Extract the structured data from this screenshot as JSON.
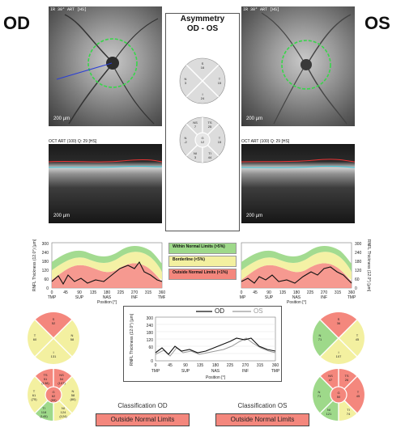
{
  "left_eye": {
    "label": "OD",
    "fundus_header": "IR 30° ART [HS]",
    "fundus_scale": "200 µm",
    "oct_header": "OCT ART (100) Q: 29 [HS]",
    "oct_scale": "200 µm"
  },
  "right_eye": {
    "label": "OS",
    "fundus_header": "IR 30° ART [HS]",
    "fundus_scale": "200 µm",
    "oct_header": "OCT ART (100) Q: 29 [HS]",
    "oct_scale": "200 µm"
  },
  "asymmetry": {
    "title_line1": "Asymmetry",
    "title_line2": "OD - OS",
    "global_chart": {
      "S": "S",
      "S_val": "16",
      "N": "N",
      "N_val": "3",
      "T": "T",
      "T_val": "15",
      "I": "I",
      "I_val": "24"
    },
    "sector_chart": {
      "NS": "NS",
      "NS_val": "7",
      "TS": "TS",
      "TS_val": "25",
      "N": "N",
      "N_val": "-2",
      "G": "G",
      "G_val": "12",
      "T": "T",
      "T_val": "15",
      "NI": "NI",
      "NI_val": "3",
      "TI": "TI",
      "TI_val": "44"
    }
  },
  "legend": {
    "within": "Within Normal Limits (>5%)",
    "borderline": "Borderline (<5%)",
    "outside": "Outside Normal Limits (<1%)"
  },
  "plots": {
    "ylabel": "RNFL Thickness (12.0°) [µm]",
    "xlabel": "Position [°]",
    "y_ticks": [
      "300",
      "240",
      "180",
      "120",
      "60",
      "0"
    ],
    "x_ticks": [
      "0",
      "45",
      "90",
      "135",
      "180",
      "225",
      "270",
      "315",
      "360"
    ],
    "region_ticks": [
      "TMP",
      "SUP",
      "NAS",
      "INF",
      "TMP"
    ],
    "compare_od_label": "OD",
    "compare_os_label": "OS"
  },
  "od_sectors": {
    "global": {
      "S": "S",
      "S_val": "52",
      "T": "T",
      "T_val": "60",
      "N": "N",
      "N_val": "58",
      "I": "I",
      "I_val": "131"
    },
    "detail": {
      "TS": "TS",
      "TS_val": "51",
      "TS_ref": "(138)",
      "NS": "NS",
      "NS_val": "54",
      "NS_ref": "(107)",
      "T": "T",
      "T_val": "61",
      "T_ref": "(75)",
      "G": "G",
      "G_val": "62",
      "G_ref": "(99)",
      "N": "N",
      "N_val": "58",
      "N_val2": "(80)",
      "TI": "TI",
      "TI_val": "118",
      "TI_ref": "(145)",
      "NI": "NI",
      "NI_val": "124",
      "NI_ref": "(124)"
    },
    "classification_label": "Classification OD",
    "classification_value": "Outside Normal Limits"
  },
  "os_sectors": {
    "global": {
      "S": "S",
      "S_val": "36",
      "T": "T",
      "T_val": "45",
      "N": "N",
      "N_val": "71",
      "I": "I",
      "I_val": "107"
    },
    "detail": {
      "TS": "TS",
      "TS_val": "26",
      "NS": "NS",
      "NS_val": "47",
      "T": "T",
      "T_val": "45",
      "G": "G",
      "G_val": "50",
      "N": "N",
      "N_val": "71",
      "TI": "TI",
      "TI_val": "74",
      "NI": "NI",
      "NI_val": "121"
    },
    "classification_label": "Classification OS",
    "classification_value": "Outside Normal Limits"
  },
  "colors": {
    "green": "#9ed98a",
    "yellow": "#f3f0a0",
    "red": "#f4877d",
    "scan_circle": "#38d64a"
  }
}
